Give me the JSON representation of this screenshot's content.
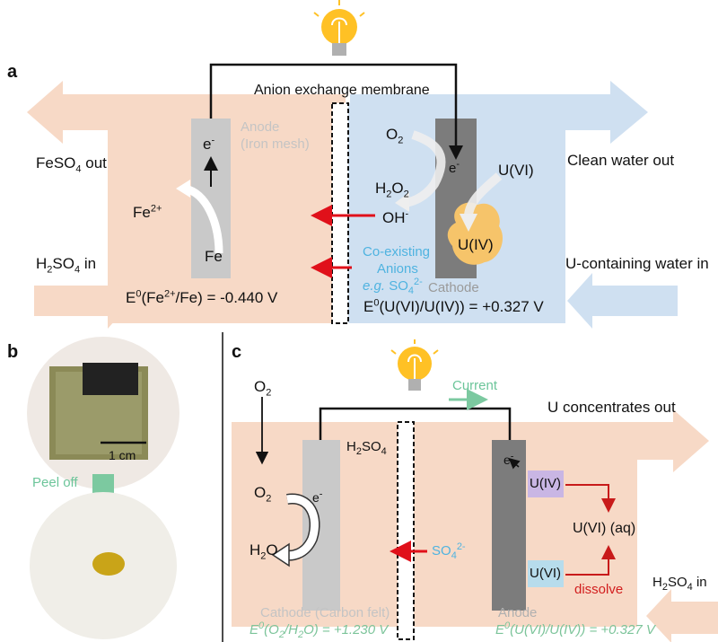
{
  "panel_a": {
    "letter": "a",
    "membrane_label": "Anion exchange membrane",
    "anode_label_1": "Anode",
    "anode_label_2": "(Iron mesh)",
    "cathode_label": "Cathode",
    "feso4_out_main": "FeSO",
    "feso4_out_sub": "4",
    "feso4_out_tail": " out",
    "clean_water_out": "Clean water out",
    "h2so4_in_main": "H",
    "h2so4_in_sub1": "2",
    "h2so4_in_mid": "SO",
    "h2so4_in_sub2": "4",
    "h2so4_in_tail": " in",
    "u_water_in": "U-containing water in",
    "electron_anode": "e",
    "electron_anode_sup": "-",
    "electron_cathode": "e",
    "electron_cathode_sup": "-",
    "fe2_main": "Fe",
    "fe2_sup": "2+",
    "fe": "Fe",
    "o2_main": "O",
    "o2_sub": "2",
    "h2o2_main": "H",
    "h2o2_sub1": "2",
    "h2o2_mid": "O",
    "h2o2_sub2": "2",
    "oh_main": "OH",
    "oh_sup": "-",
    "u6": "U(VI)",
    "u4": "U(IV)",
    "coexisting_1": "Co-existing",
    "coexisting_2": "Anions",
    "coexisting_3": "e.g.",
    "coexisting_4": " SO",
    "coexisting_4_sub": "4",
    "coexisting_4_sup": "2-",
    "e0_anode_main": "E",
    "e0_anode_sup": "0",
    "e0_anode_mid": "(Fe",
    "e0_anode_sup2": "2+",
    "e0_anode_tail": "/Fe) = -0.440 V",
    "e0_cathode_main": "E",
    "e0_cathode_sup": "0",
    "e0_cathode_tail": "(U(VI)/U(IV)) = +0.327 V"
  },
  "panel_b": {
    "letter": "b",
    "scale_bar": "1 cm",
    "peel_off": "Peel off"
  },
  "panel_c": {
    "letter": "c",
    "o2_top_main": "O",
    "o2_top_sub": "2",
    "o2_main": "O",
    "o2_sub": "2",
    "h2o_main": "H",
    "h2o_sub": "2",
    "h2o_tail": "O",
    "h2so4_main": "H",
    "h2so4_sub1": "2",
    "h2so4_mid": "SO",
    "h2so4_sub2": "4",
    "electron_cathode": "e",
    "electron_cathode_sup": "-",
    "electron_anode": "e",
    "electron_anode_sup": "-",
    "current": "Current",
    "u_conc_out": "U concentrates out",
    "so4_main": "SO",
    "so4_sub": "4",
    "so4_sup": "2-",
    "u4": "U(IV)",
    "u6": "U(VI)",
    "u6aq": "U(VI) (aq)",
    "dissolve": "dissolve",
    "cathode_label": "Cathode (Carbon felt)",
    "anode_label": "Anode",
    "h2so4_in_main": "H",
    "h2so4_in_sub1": "2",
    "h2so4_in_mid": "SO",
    "h2so4_in_sub2": "4",
    "h2so4_in_tail": " in",
    "e0_cathode_main": "E",
    "e0_cathode_sup": "0",
    "e0_cathode_tail": "(O",
    "e0_cathode_sub": "2",
    "e0_cathode_mid": "/H",
    "e0_cathode_sub2": "2",
    "e0_cathode_end": "O) = +1.230 V",
    "e0_anode_main": "E",
    "e0_anode_sup": "0",
    "e0_anode_tail": "(U(VI)/U(IV)) = +0.327 V"
  },
  "colors": {
    "peach": "#f7d9c6",
    "light_blue": "#cfe0f1",
    "grey_electrode": "#c9c9c9",
    "dark_electrode": "#7c7c7c",
    "red_arrow": "#e0101a",
    "green_arrow": "#7cc9a0",
    "bulb_yellow": "#ffc125",
    "u4_box": "#c9b6e4",
    "u6_box": "#b7dcec"
  }
}
